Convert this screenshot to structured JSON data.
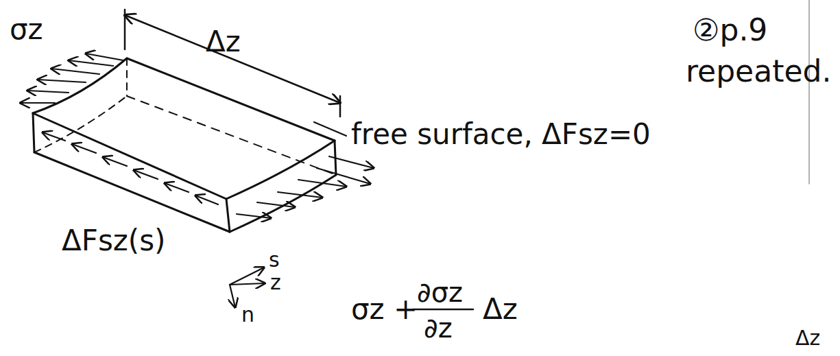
{
  "diagram": {
    "labels": [
      "Δz",
      "②p.9",
      "repeated.",
      "σz",
      "free surface, ΔFsz=0",
      "ΔFsz(s)",
      "σz +",
      "∂σz",
      "∂z",
      "Δz",
      "s",
      "z",
      "n",
      "Δz"
    ]
  }
}
